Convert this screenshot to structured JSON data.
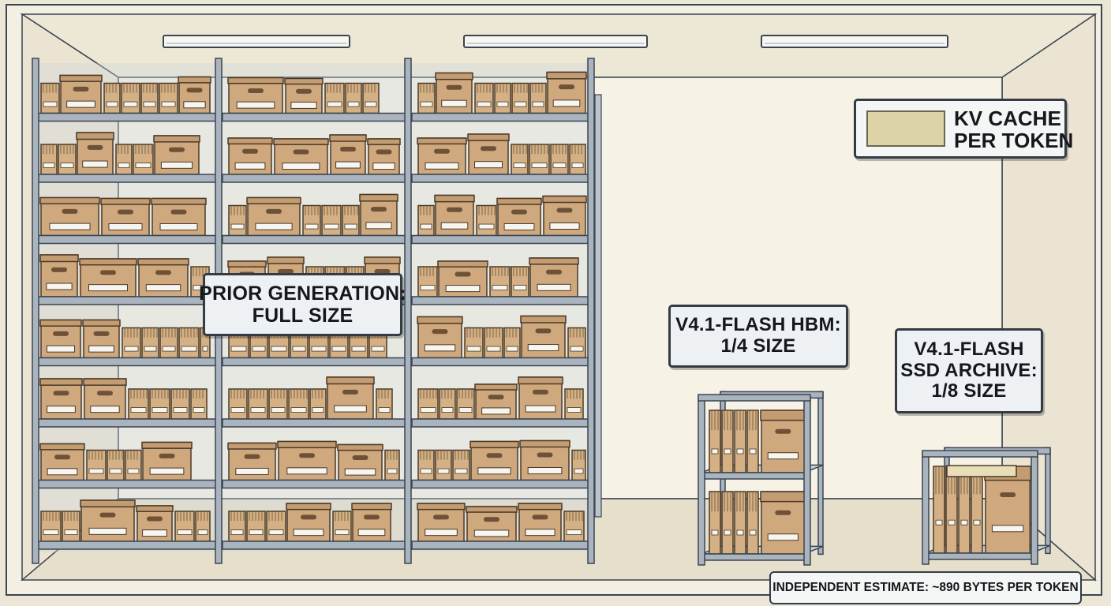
{
  "legend": {
    "line1": "KV CACHE",
    "line2": "PER TOKEN",
    "swatch_color": "#dcd4a6"
  },
  "labels": {
    "prior_generation": {
      "line1": "PRIOR GENERATION:",
      "line2": "FULL SIZE"
    },
    "flash_hbm": {
      "line1": "V4.1-FLASH HBM:",
      "line2": "1/4 SIZE"
    },
    "flash_ssd": {
      "line1": "V4.1-FLASH",
      "line2": "SSD ARCHIVE:",
      "line3": "1/8 SIZE"
    }
  },
  "footnote": "INDEPENDENT ESTIMATE: ~890 BYTES PER TOKEN",
  "colors": {
    "wall": "#f3efe2",
    "floor": "#e6dfcb",
    "shelf_frame": "#a9b4bf",
    "shelf_outline": "#3a4550",
    "box": "#cfa87e",
    "box_lid": "#c49c72",
    "folder": "#d4b084",
    "label_bg": "#eef1f4"
  }
}
